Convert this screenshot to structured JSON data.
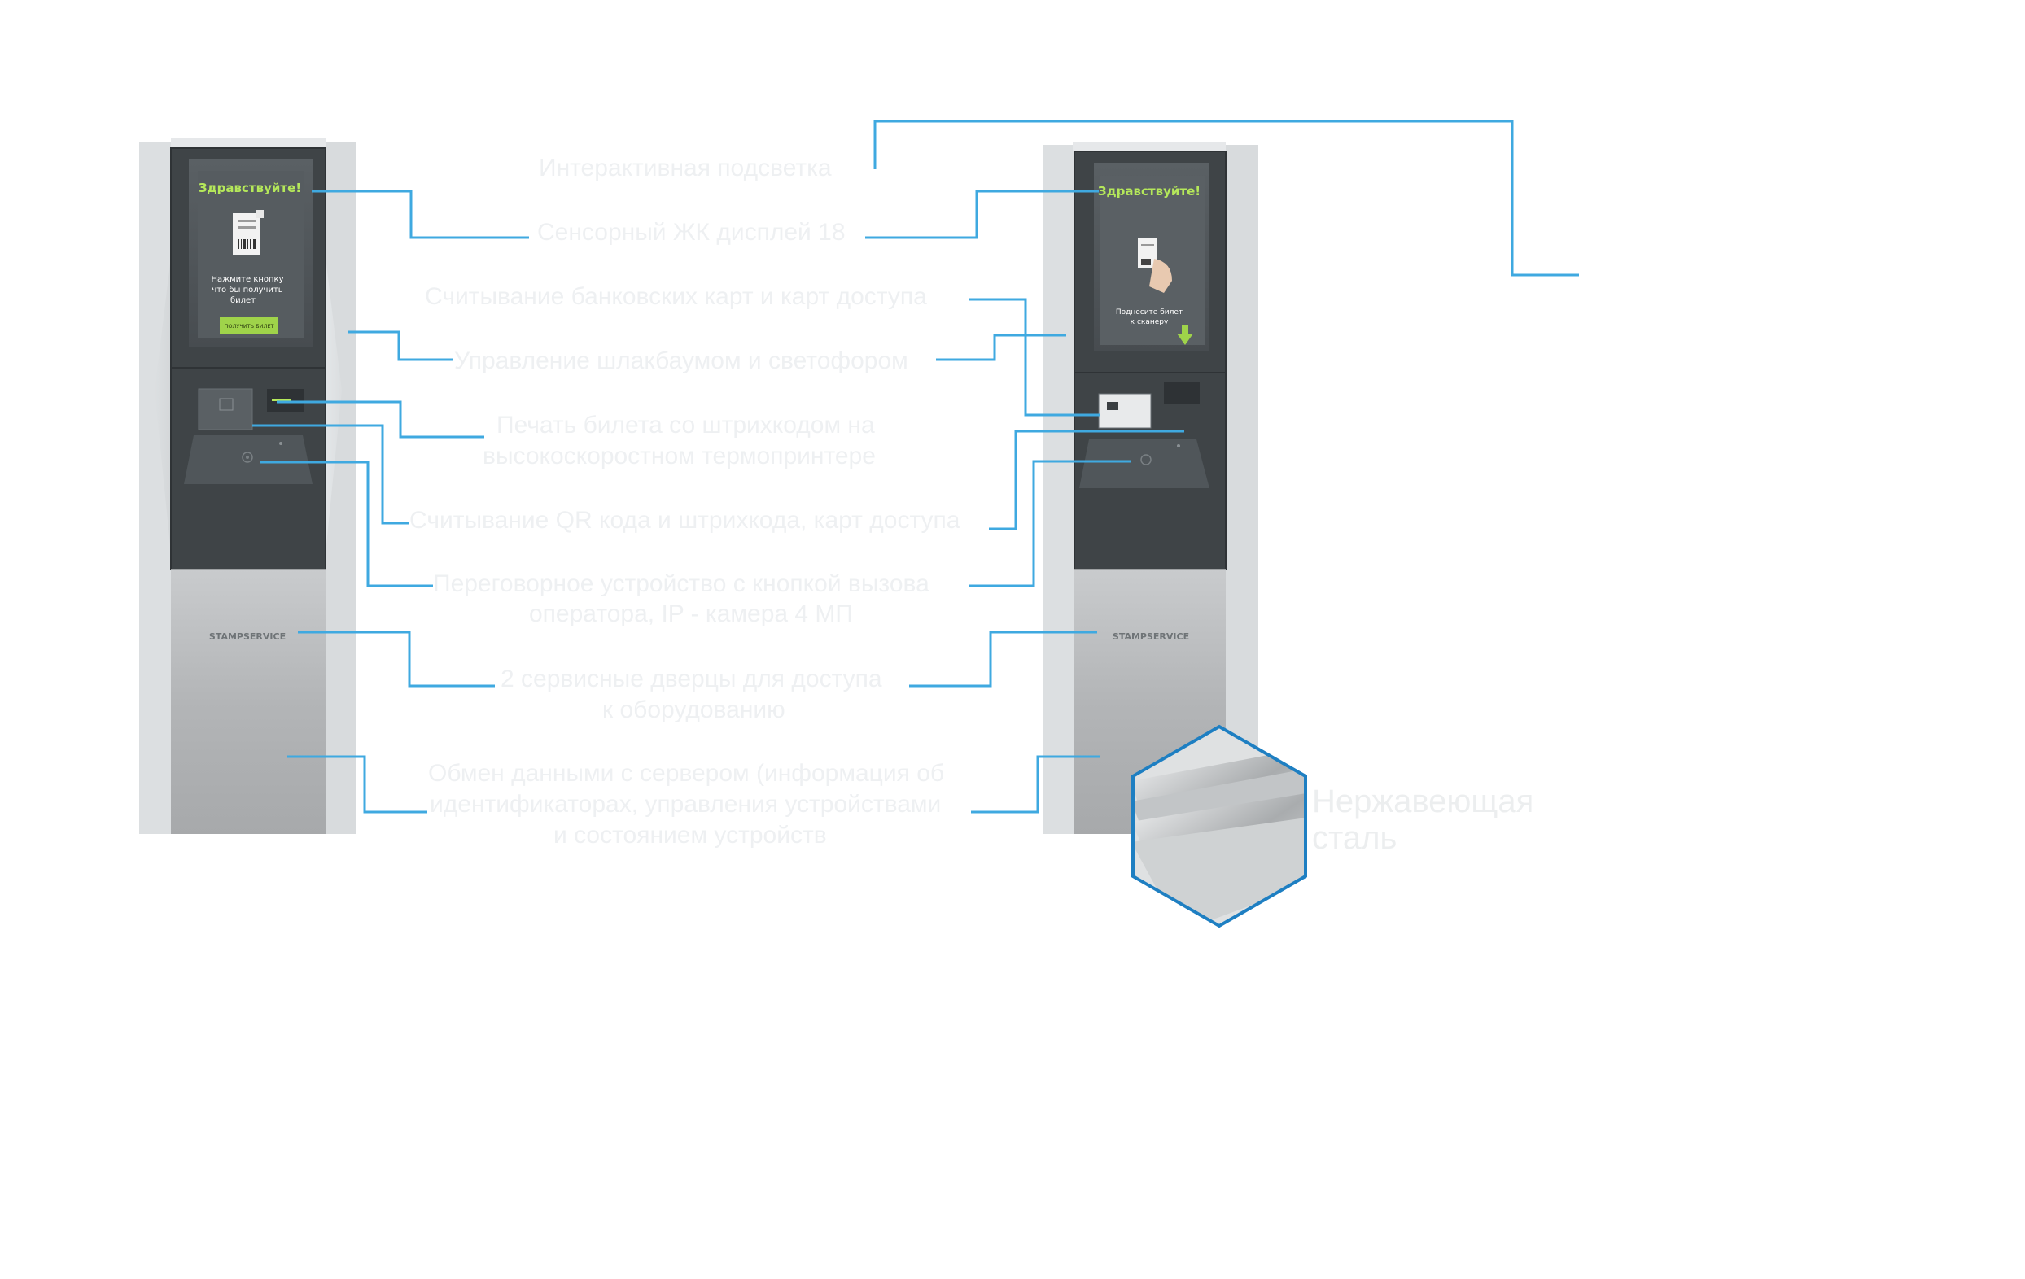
{
  "labels": {
    "backlight": "Интерактивная подсветка",
    "display": "Сенсорный ЖК дисплей 18",
    "cards": "Считывание банковских карт  и карт доступа",
    "barrier": "Управление шлакбаумом и светофором",
    "printer_line1": "Печать билета со штрихкодом на",
    "printer_line2": "высокоскоростном термопринтере",
    "qr": "Считывание QR кода и штрихкода, карт доступа",
    "intercom_line1": "Переговорное устройство с кнопкой вызова",
    "intercom_line2": "оператора, IP - камера 4 МП",
    "doors_line1": "2 сервисные дверцы для доступа",
    "doors_line2": "к оборудованию",
    "server_line1": "Обмен данными с сервером (информация об",
    "server_line2": "идентификаторах, управления устройствами",
    "server_line3": "и состоянием устройств",
    "steel_line1": "Нержавеющая",
    "steel_line2": "сталь"
  },
  "kiosk_left": {
    "greeting": "Здравствуйте!",
    "prompt_line1": "Нажмите кнопку",
    "prompt_line2": "что бы получить",
    "prompt_line3": "билет",
    "button": "ПОЛУЧИТЬ БИЛЕТ",
    "brand": "STAMPSERVICE"
  },
  "kiosk_right": {
    "greeting": "Здравствуйте!",
    "prompt_line1": "Поднесите билет",
    "prompt_line2": "к сканеру",
    "brand": "STAMPSERVICE"
  },
  "colors": {
    "callout": "#3fa9e0",
    "screen_green": "#b5e85a",
    "screen_bg": "#4f5558",
    "body_dark": "#3f4447",
    "steel": "#b7b9bb",
    "label_text": "#eef0f2"
  },
  "icons": [
    "arrow-down-icon",
    "barcode-icon",
    "hand-ticket-icon",
    "speaker-icon"
  ]
}
